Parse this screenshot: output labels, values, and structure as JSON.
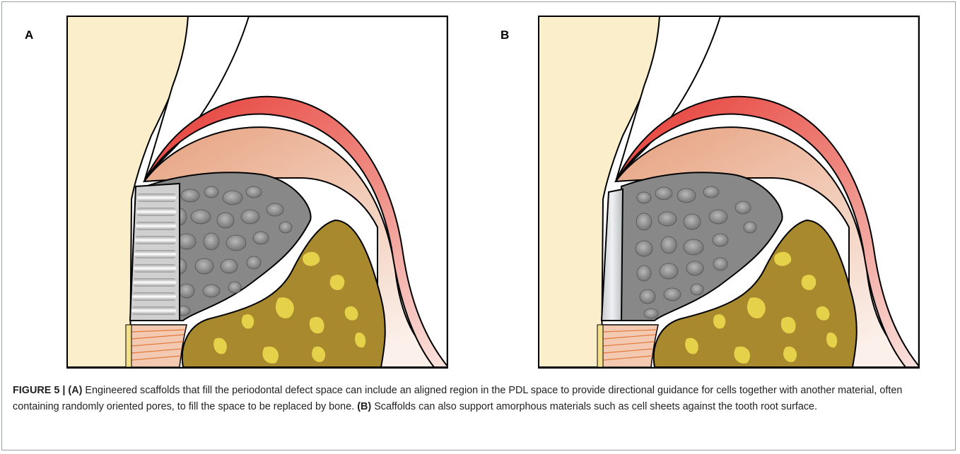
{
  "panels": [
    {
      "label": "A",
      "pdl_fill": "aligned-stripes"
    },
    {
      "label": "B",
      "pdl_fill": "amorphous-sheet"
    }
  ],
  "colors": {
    "tooth": "#fbeecb",
    "gingiva_red": "#e8423c",
    "connective": "#e9a98a",
    "porous_scaffold": "#8a8a8a",
    "bone": "#a8892e",
    "bone_spots": "#e6d24a",
    "pdl_fibers": "#e07a3a"
  },
  "caption": {
    "figure": "FIGURE 5 |",
    "label_a": "(A)",
    "text_a": "Engineered scaffolds that fill the periodontal defect space can include an aligned region in the PDL space to provide directional guidance for cells together with another material, often containing randomly oriented pores, to fill the space to be replaced by bone.",
    "label_b": "(B)",
    "text_b": "Scaffolds can also support amorphous materials such as cell sheets against the tooth root surface."
  }
}
